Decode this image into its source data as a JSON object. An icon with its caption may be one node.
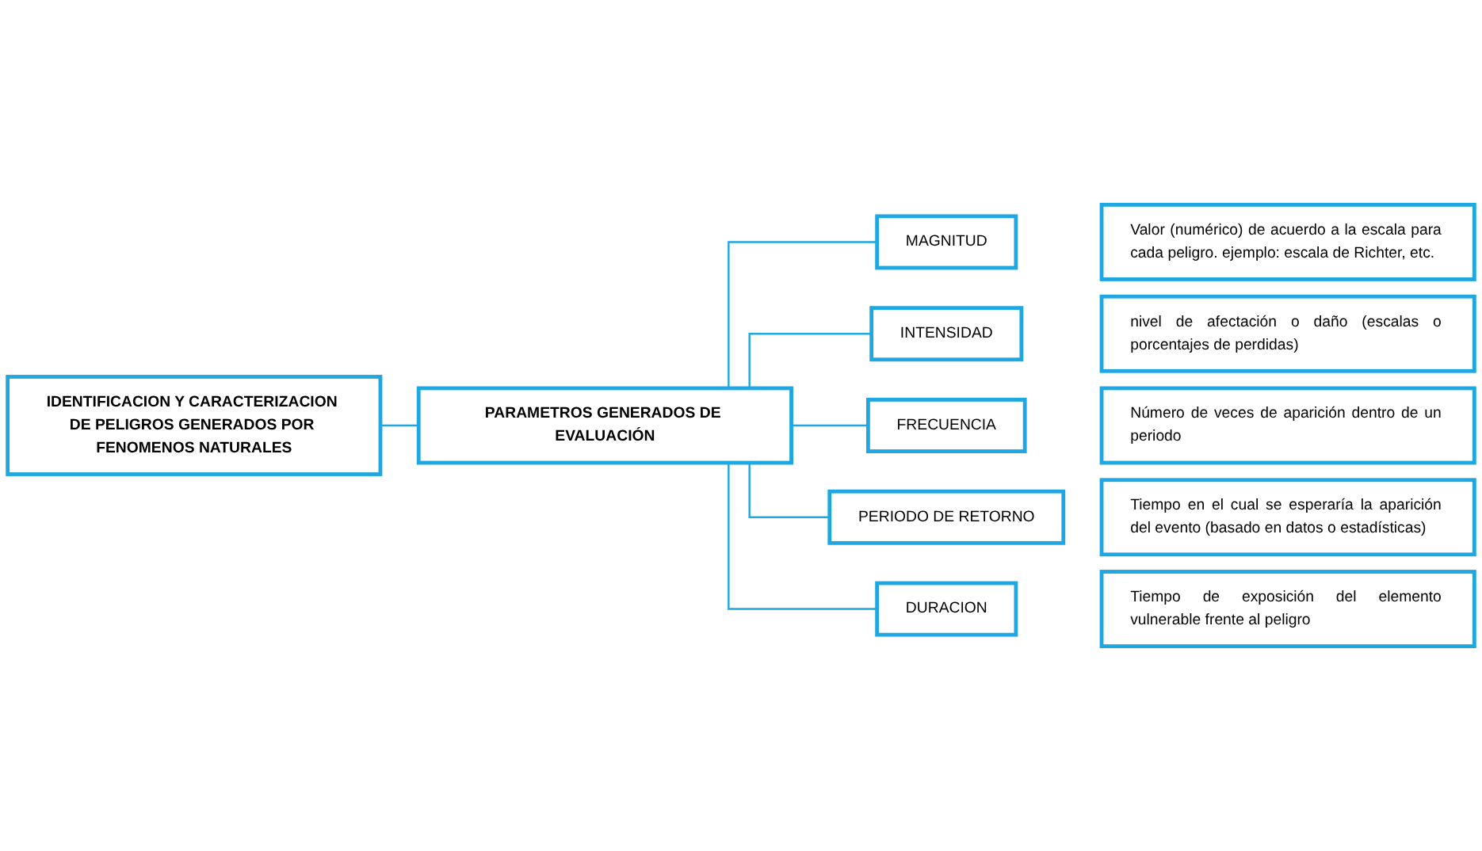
{
  "diagram": {
    "nodes": [
      {
        "text": [
          "IDENTIFICACION Y CARACTERIZACION DE PELIGROS GENERADOS POR FENOMENOS NATURALES"
        ]
      },
      {
        "text": [
          "PARAMETROS GENERADOS DE EVALUACIÓN"
        ]
      },
      {
        "text": [
          "MAGNITUD"
        ]
      },
      {
        "text": [
          "Valor (numérico) de acuerdo a la escala para cada peligro. ejemplo: escala de Richter, etc."
        ]
      },
      {
        "text": [
          "INTENSIDAD"
        ]
      },
      {
        "text": [
          "nivel de afectación o daño (escalas o porcentajes de perdidas)"
        ]
      },
      {
        "text": [
          "FRECUENCIA"
        ]
      },
      {
        "text": [
          "Número de veces de aparición dentro de un periodo"
        ]
      },
      {
        "text": [
          "PERIODO DE RETORNO"
        ]
      },
      {
        "text": [
          "Tiempo en el cual se esperaría la aparición del evento (basado en datos o estadísticas)"
        ]
      },
      {
        "text": [
          "DURACION"
        ]
      },
      {
        "text": [
          "Tiempo de exposición del elemento vulnerable frente al peligro"
        ]
      }
    ],
    "edges": [
      {
        "from": 0,
        "to": 1,
        "arrow": "none"
      },
      {
        "from": 1,
        "to": 2,
        "arrow": "none"
      },
      {
        "from": 1,
        "to": 4,
        "arrow": "none"
      },
      {
        "from": 1,
        "to": 6,
        "arrow": "none"
      },
      {
        "from": 1,
        "to": 8,
        "arrow": "none"
      },
      {
        "from": 1,
        "to": 10,
        "arrow": "none"
      }
    ]
  }
}
